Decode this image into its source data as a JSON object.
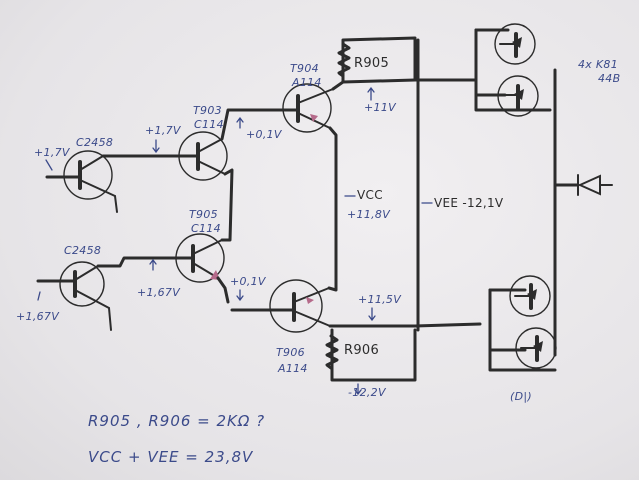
{
  "transistors": {
    "q_in_top": {
      "part": "C2458",
      "base_voltage": "+1,7V"
    },
    "q_in_bottom": {
      "part": "C2458",
      "base_voltage": "+1,67V"
    },
    "t903": {
      "ref": "T903",
      "part": "C114",
      "base_voltage": "+1,7V"
    },
    "t905": {
      "ref": "T905",
      "part": "C114",
      "base_voltage": "+1,67V"
    },
    "t904": {
      "ref": "T904",
      "part": "A114",
      "base_voltage": "+0,1V"
    },
    "t906": {
      "ref": "T906",
      "part": "A114",
      "base_voltage": "+0,1V"
    }
  },
  "resistors": {
    "r905": {
      "ref": "R905",
      "emitter_voltage": "+11V"
    },
    "r906": {
      "ref": "R906",
      "emitter_voltage": "+11,5V"
    }
  },
  "rails": {
    "vcc_label": "VCC",
    "vcc_voltage": "+11,8V",
    "vee_label": "VEE -12,1V",
    "bottom_voltage": "-12,2V"
  },
  "output_stage": {
    "label_line1": "4x K81",
    "label_line2": "44B",
    "diode_note": "(D|)"
  },
  "notes": {
    "line1": "R905 , R906 = 2KΩ ?",
    "line2": "VCC + VEE = 23,8V"
  }
}
